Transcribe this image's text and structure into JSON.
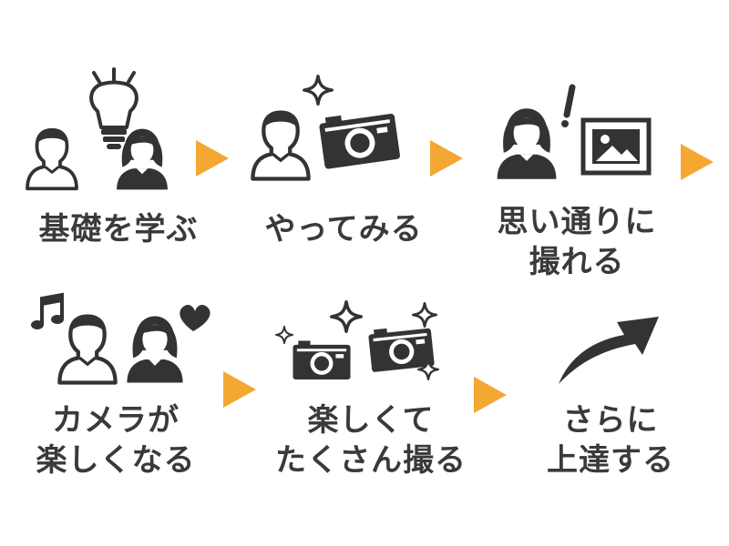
{
  "colors": {
    "arrow": "#F5A733",
    "ink": "#333333",
    "text": "#3a3a3a"
  },
  "steps": [
    {
      "line1": "基礎を学ぶ",
      "line2": "",
      "icons": [
        "person-man-icon",
        "lightbulb-icon",
        "person-woman-icon"
      ]
    },
    {
      "line1": "やってみる",
      "line2": "",
      "icons": [
        "person-man-icon",
        "sparkle-icon",
        "camera-icon"
      ]
    },
    {
      "line1": "思い通りに",
      "line2": "撮れる",
      "icons": [
        "person-woman-icon",
        "exclamation-icon",
        "picture-frame-icon"
      ]
    },
    {
      "line1": "カメラが",
      "line2": "楽しくなる",
      "icons": [
        "music-note-icon",
        "person-man-icon",
        "person-woman-icon",
        "heart-icon"
      ]
    },
    {
      "line1": "楽しくて",
      "line2": "たくさん撮る",
      "icons": [
        "sparkle-icon",
        "camera-icon",
        "camera-icon"
      ]
    },
    {
      "line1": "さらに",
      "line2": "上達する",
      "icons": [
        "up-arrow-icon"
      ]
    }
  ]
}
